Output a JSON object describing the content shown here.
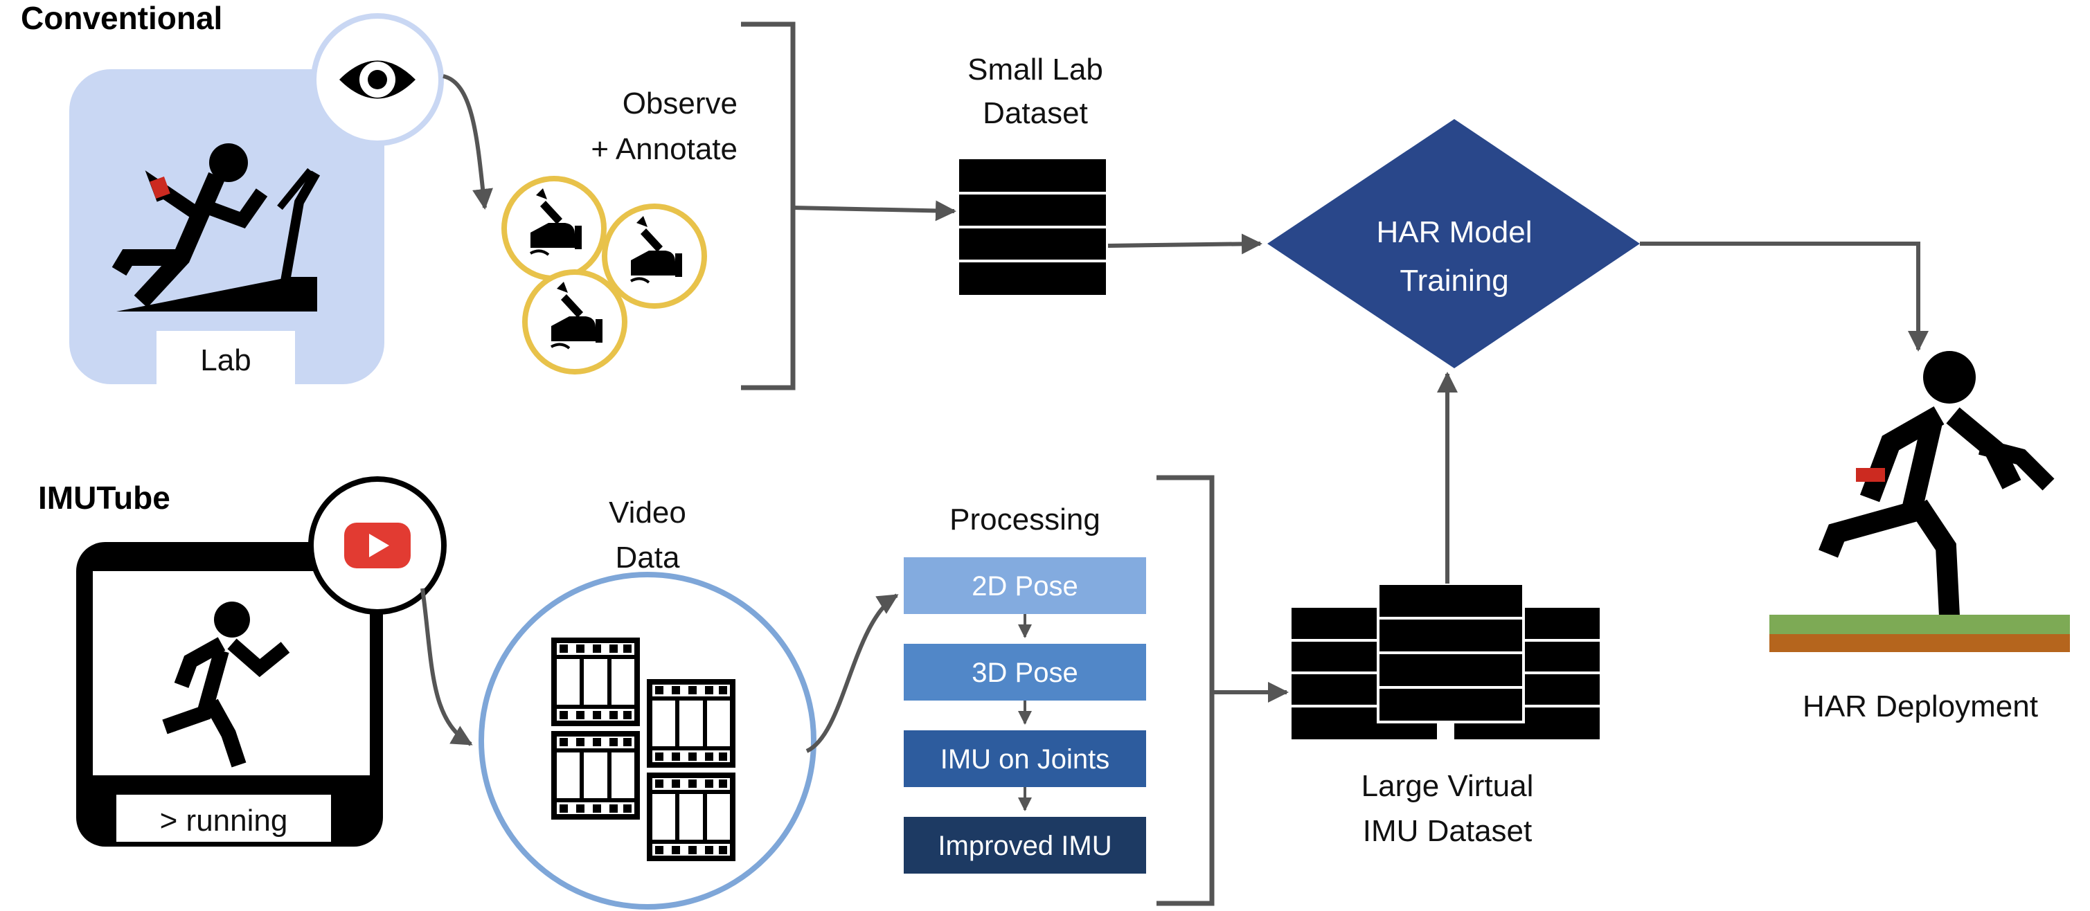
{
  "sections": {
    "conventional": "Conventional",
    "imutube": "IMUTube"
  },
  "labels": {
    "lab": "Lab",
    "observe_line1": "Observe",
    "observe_line2": "+ Annotate",
    "small_lab_line1": "Small Lab",
    "small_lab_line2": "Dataset",
    "har_line1": "HAR Model",
    "har_line2": "Training",
    "har_deployment": "HAR Deployment",
    "video_line1": "Video",
    "video_line2": "Data",
    "processing": "Processing",
    "running": "> running",
    "large_line1": "Large Virtual",
    "large_line2": "IMU Dataset"
  },
  "processing_steps": [
    "2D Pose",
    "3D Pose",
    "IMU on Joints",
    "Improved IMU"
  ],
  "icons": [
    "eye-icon",
    "treadmill-runner-icon",
    "annotate-hand-icon",
    "youtube-play-icon",
    "runner-icon",
    "film-strip-icon",
    "database-icon",
    "ground-icon"
  ],
  "colors": {
    "lab_bg": "#c9d7f3",
    "annotate_ring": "#e8c24a",
    "video_ring": "#7ea6d8",
    "har_diamond": "#29478a",
    "step_1": "#83abdf",
    "step_2": "#5187c8",
    "step_3": "#2d5c9e",
    "step_4": "#1d3a63",
    "wrist_band": "#cc2a20",
    "youtube_red": "#e23b32",
    "grass": "#7daa55",
    "soil": "#b5651d",
    "arrow": "#555555"
  }
}
